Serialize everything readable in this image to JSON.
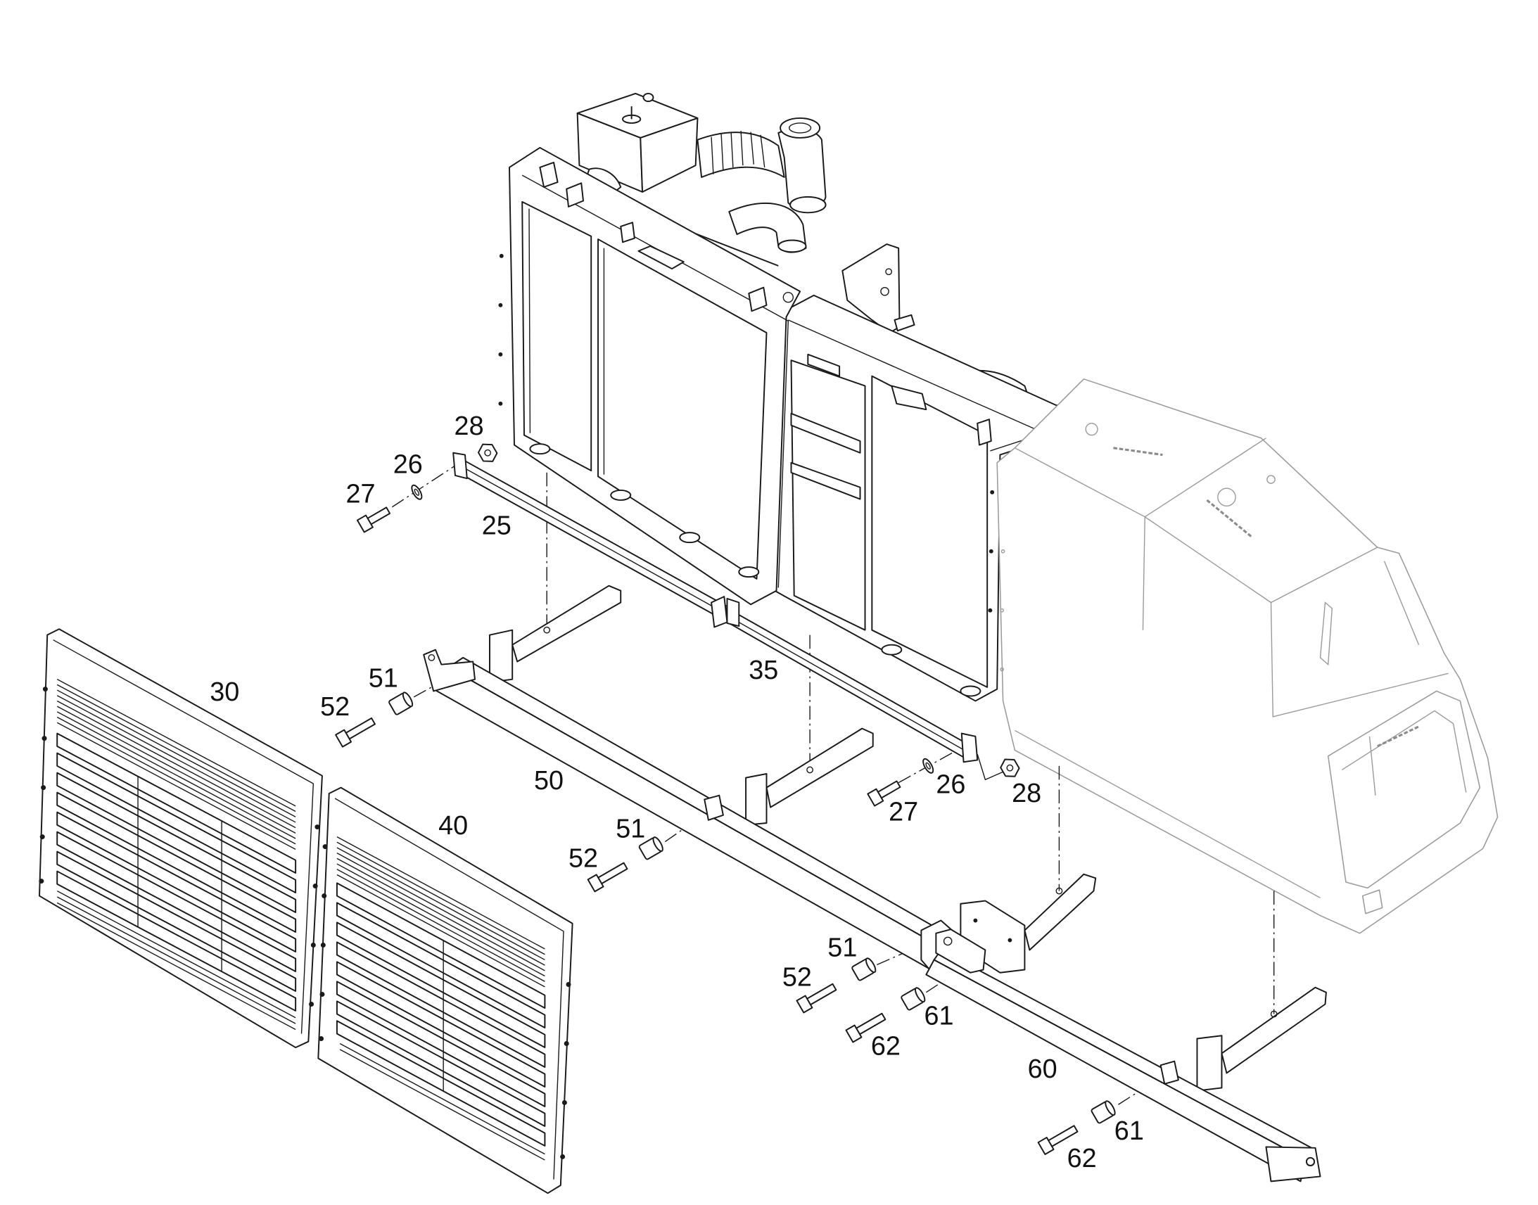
{
  "callouts": [
    "28",
    "26",
    "27",
    "25",
    "30",
    "51",
    "52",
    "35",
    "50",
    "40",
    "51",
    "52",
    "26",
    "28",
    "27",
    "51",
    "52",
    "61",
    "62",
    "60",
    "61",
    "62"
  ]
}
